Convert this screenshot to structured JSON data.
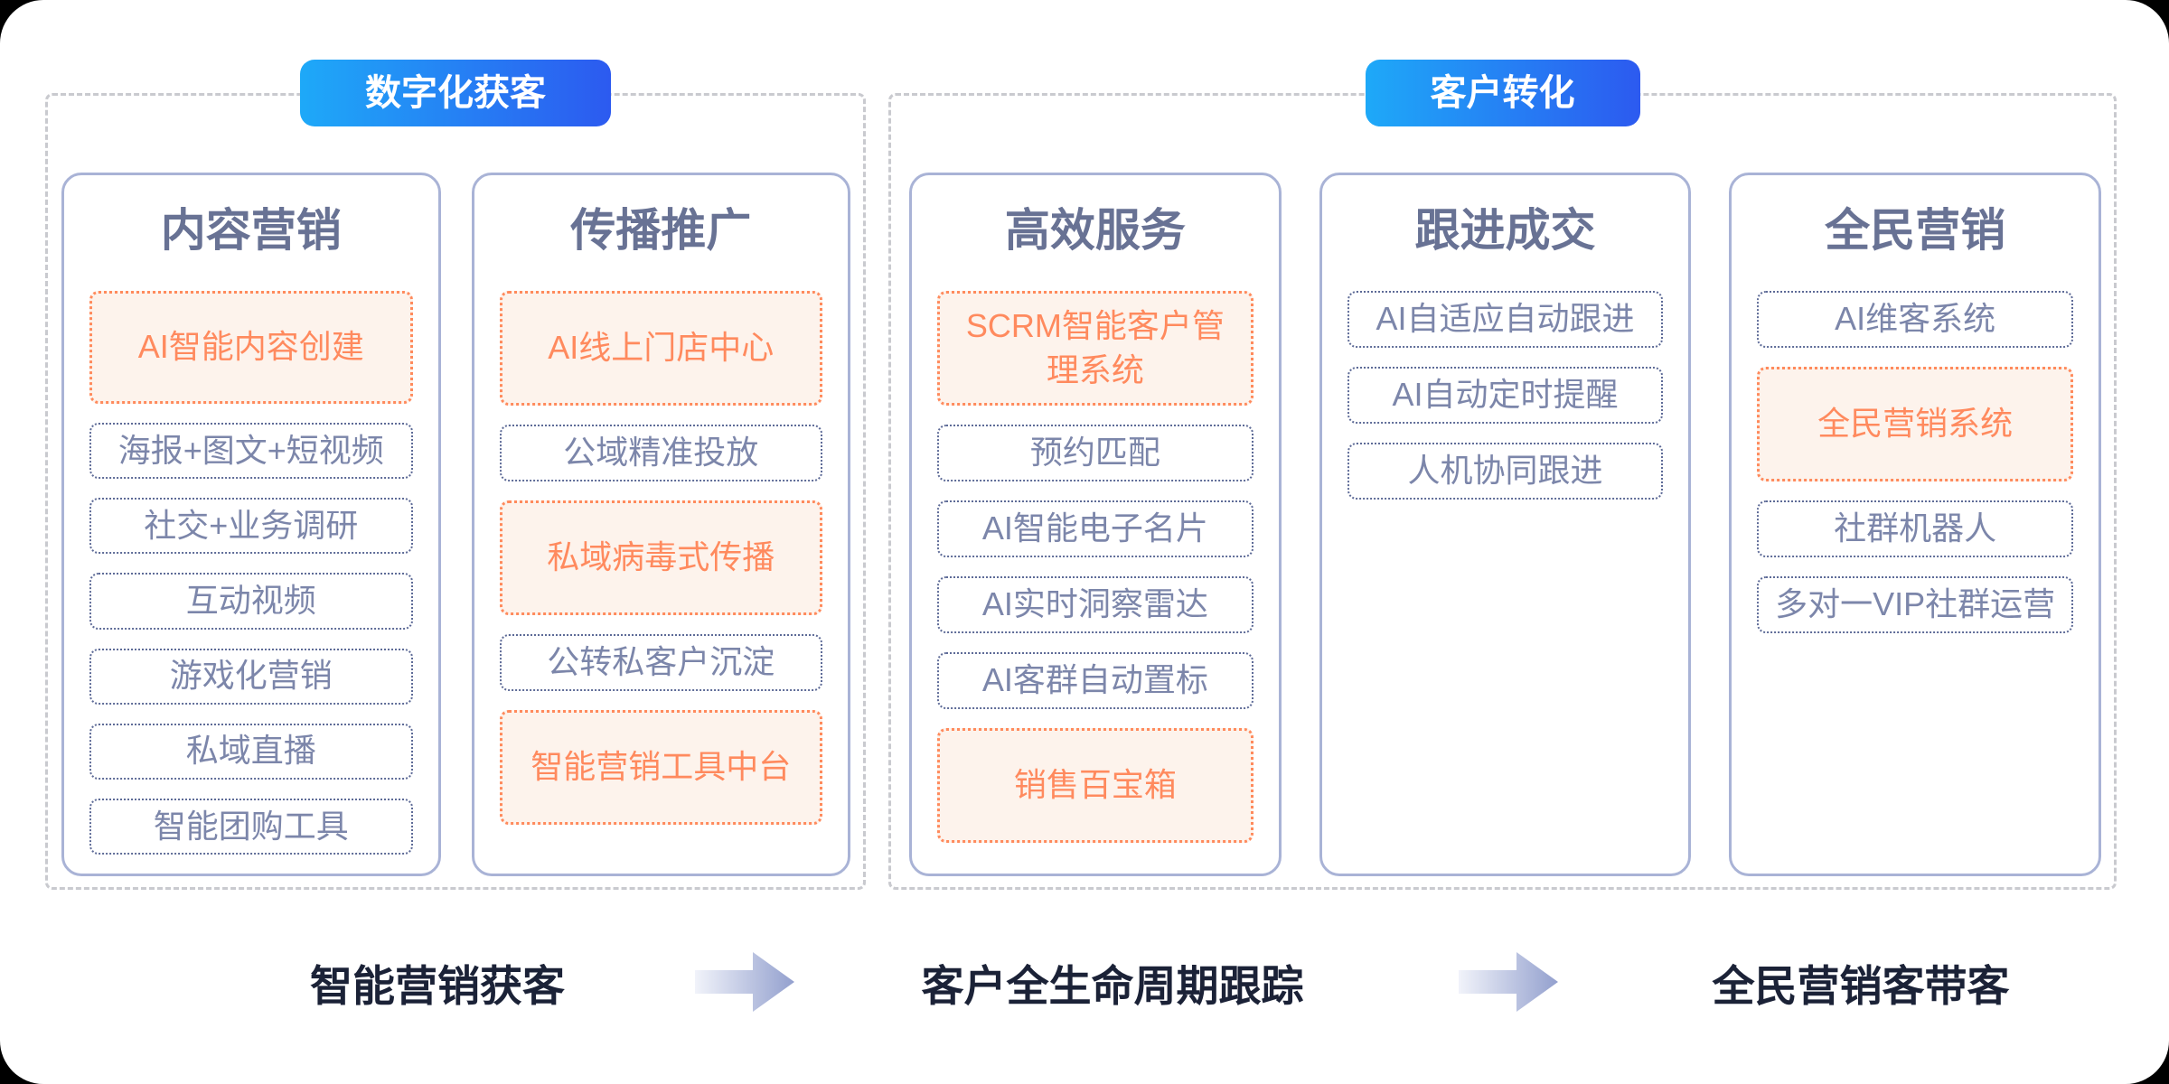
{
  "colors": {
    "badge_gradient_start": "#1ea9f8",
    "badge_gradient_end": "#2c5af0",
    "section_dash_border": "#c9cacf",
    "card_border": "#a9b3d6",
    "card_title_text": "#687294",
    "item_blue_border": "#5e6b97",
    "item_blue_text": "#7c86aa",
    "item_orange": "#ff8a5e",
    "item_orange_bg": "#fdf3ec",
    "footer_text": "#1b2237",
    "arrow_gradient_start": "#f1f3fa",
    "arrow_gradient_end": "#93a0ce"
  },
  "sections": [
    {
      "badge": "数字化获客",
      "columns": [
        {
          "title": "内容营销",
          "items": [
            {
              "label": "AI智能内容创建",
              "variant": "orange-tall"
            },
            {
              "label": "海报+图文+短视频",
              "variant": "blue"
            },
            {
              "label": "社交+业务调研",
              "variant": "blue"
            },
            {
              "label": "互动视频",
              "variant": "blue"
            },
            {
              "label": "游戏化营销",
              "variant": "blue"
            },
            {
              "label": "私域直播",
              "variant": "blue"
            },
            {
              "label": "智能团购工具",
              "variant": "blue"
            }
          ]
        },
        {
          "title": "传播推广",
          "items": [
            {
              "label": "AI线上门店中心",
              "variant": "orange-tall"
            },
            {
              "label": "公域精准投放",
              "variant": "blue"
            },
            {
              "label": "私域病毒式传播",
              "variant": "orange-tall"
            },
            {
              "label": "公转私客户沉淀",
              "variant": "blue"
            },
            {
              "label": "智能营销工具中台",
              "variant": "orange-tall"
            }
          ]
        }
      ]
    },
    {
      "badge": "客户转化",
      "columns": [
        {
          "title": "高效服务",
          "items": [
            {
              "label": "SCRM智能客户管理系统",
              "variant": "orange-tall"
            },
            {
              "label": "预约匹配",
              "variant": "blue"
            },
            {
              "label": "AI智能电子名片",
              "variant": "blue"
            },
            {
              "label": "AI实时洞察雷达",
              "variant": "blue"
            },
            {
              "label": "AI客群自动置标",
              "variant": "blue"
            },
            {
              "label": "销售百宝箱",
              "variant": "orange-tall"
            }
          ]
        },
        {
          "title": "跟进成交",
          "items": [
            {
              "label": "AI自适应自动跟进",
              "variant": "blue"
            },
            {
              "label": "AI自动定时提醒",
              "variant": "blue"
            },
            {
              "label": "人机协同跟进",
              "variant": "blue"
            }
          ]
        },
        {
          "title": "全民营销",
          "items": [
            {
              "label": "AI维客系统",
              "variant": "blue"
            },
            {
              "label": "全民营销系统",
              "variant": "orange-tall"
            },
            {
              "label": "社群机器人",
              "variant": "blue"
            },
            {
              "label": "多对一VIP社群运营",
              "variant": "blue"
            }
          ]
        }
      ]
    }
  ],
  "footer": {
    "labels": [
      "智能营销获客",
      "客户全生命周期跟踪",
      "全民营销客带客"
    ]
  }
}
